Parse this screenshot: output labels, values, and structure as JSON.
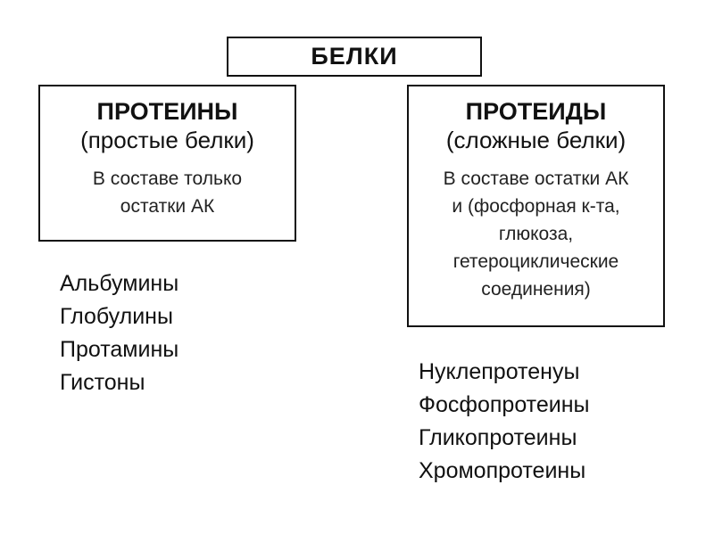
{
  "root": {
    "title": "БЕЛКИ"
  },
  "left": {
    "title": "ПРОТЕИНЫ",
    "subtitle": "(простые белки)",
    "description": [
      "В составе только",
      "остатки АК"
    ],
    "examples": [
      "Альбумины",
      "Глобулины",
      "Протамины",
      "Гистоны"
    ]
  },
  "right": {
    "title": "ПРОТЕИДЫ",
    "subtitle": "(сложные белки)",
    "description": [
      "В составе остатки АК",
      "и (фосфорная к-та,",
      "глюкоза,",
      "гетероциклические",
      "соединения)"
    ],
    "examples": [
      "Нуклепротенуы",
      "Фосфопротеины",
      "Гликопротеины",
      "Хромопротеины"
    ]
  }
}
